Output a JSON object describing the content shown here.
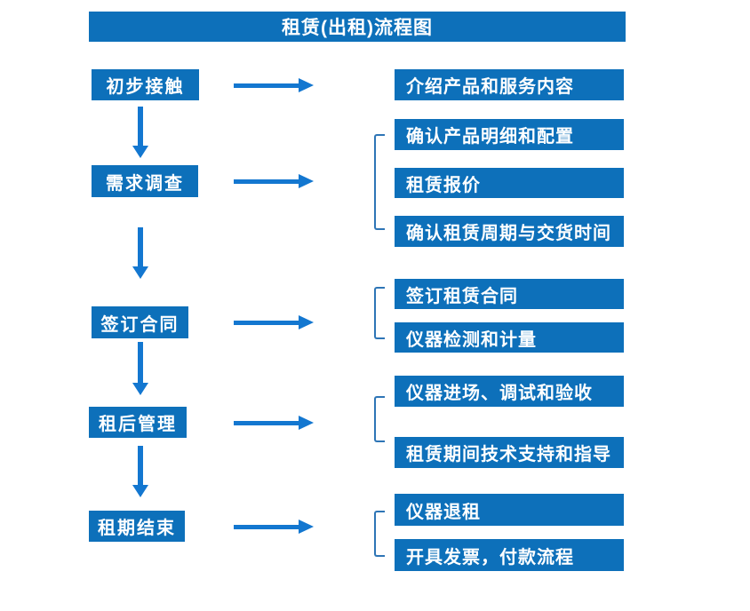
{
  "title": "租赁(出租)流程图",
  "colors": {
    "primary_blue": "#0d70ba",
    "arrow_blue": "#1377d0",
    "bracket_blue": "#2e75b6",
    "text": "#ffffff",
    "background": "#ffffff"
  },
  "steps": [
    {
      "label": "初步接触",
      "outputs": [
        "介绍产品和服务内容"
      ]
    },
    {
      "label": "需求调查",
      "outputs": [
        "确认产品明细和配置",
        "租赁报价",
        "确认租赁周期与交货时间"
      ]
    },
    {
      "label": "签订合同",
      "outputs": [
        "签订租赁合同",
        "仪器检测和计量"
      ]
    },
    {
      "label": "租后管理",
      "outputs": [
        "仪器进场、调试和验收",
        "租赁期间技术支持和指导"
      ]
    },
    {
      "label": "租期结束",
      "outputs": [
        "仪器退租",
        "开具发票，付款流程"
      ]
    }
  ]
}
